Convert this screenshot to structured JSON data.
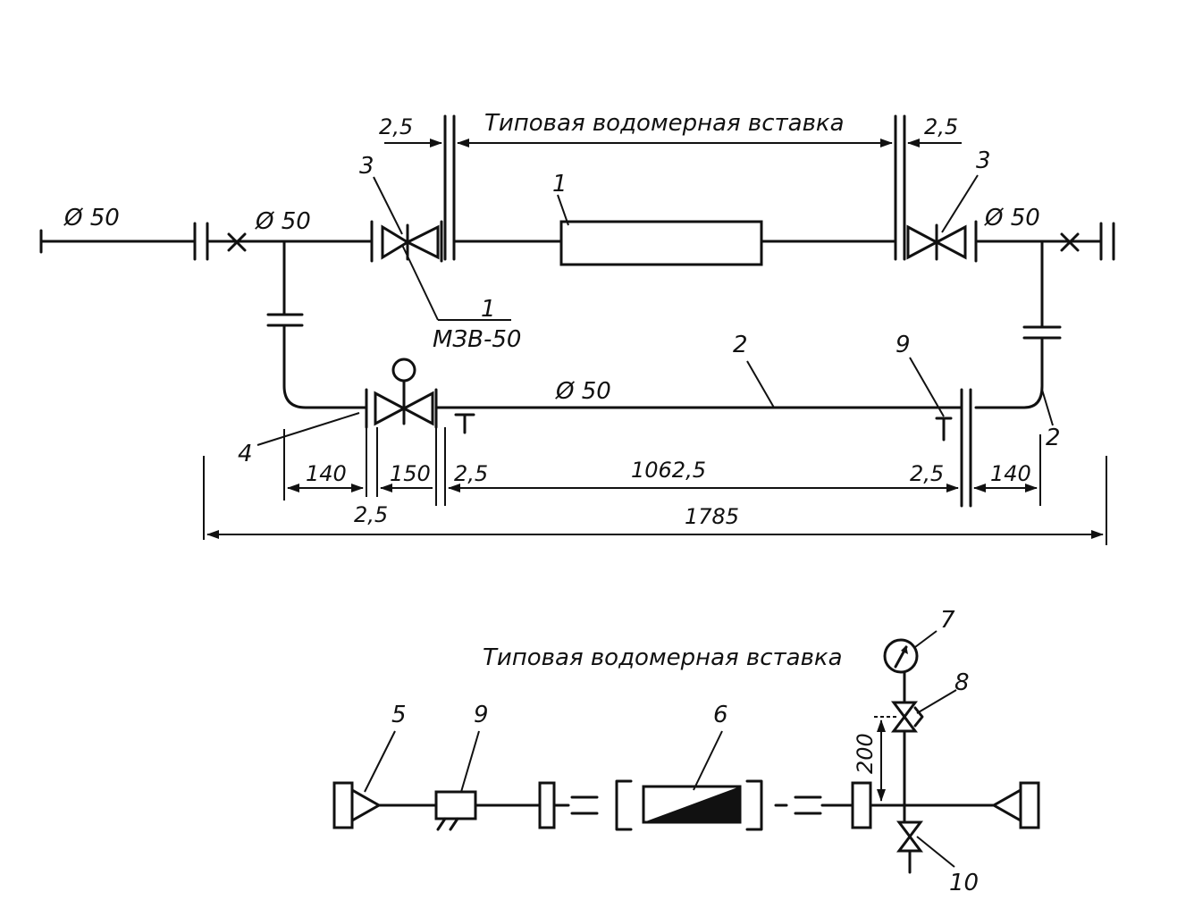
{
  "top": {
    "title": "Типовая водомерная вставка",
    "dim_2_5_left": "2,5",
    "dim_2_5_right": "2,5",
    "diam_far_left": "Ø 50",
    "diam_left": "Ø 50",
    "diam_right": "Ø 50",
    "diam_bypass": "Ø 50",
    "label_1_meter": "1",
    "label_3_left": "3",
    "label_3_right": "3",
    "label_1_ref": "1",
    "meter_model": "МЗВ-50",
    "label_2_pipe": "2",
    "label_9": "9",
    "label_4": "4",
    "label_2_bend": "2",
    "tee_mark": "T",
    "dims": {
      "d140_left": "140",
      "d150": "150",
      "d2_5_a": "2,5",
      "d1062_5": "1062,5",
      "d2_5_b": "2,5",
      "d140_right": "140",
      "d2_5_c": "2,5",
      "d1785": "1785"
    }
  },
  "bottom": {
    "title": "Типовая водомерная вставка",
    "label_5": "5",
    "label_9": "9",
    "label_6": "6",
    "label_7": "7",
    "label_8": "8",
    "label_10": "10",
    "dim_200": "200"
  }
}
